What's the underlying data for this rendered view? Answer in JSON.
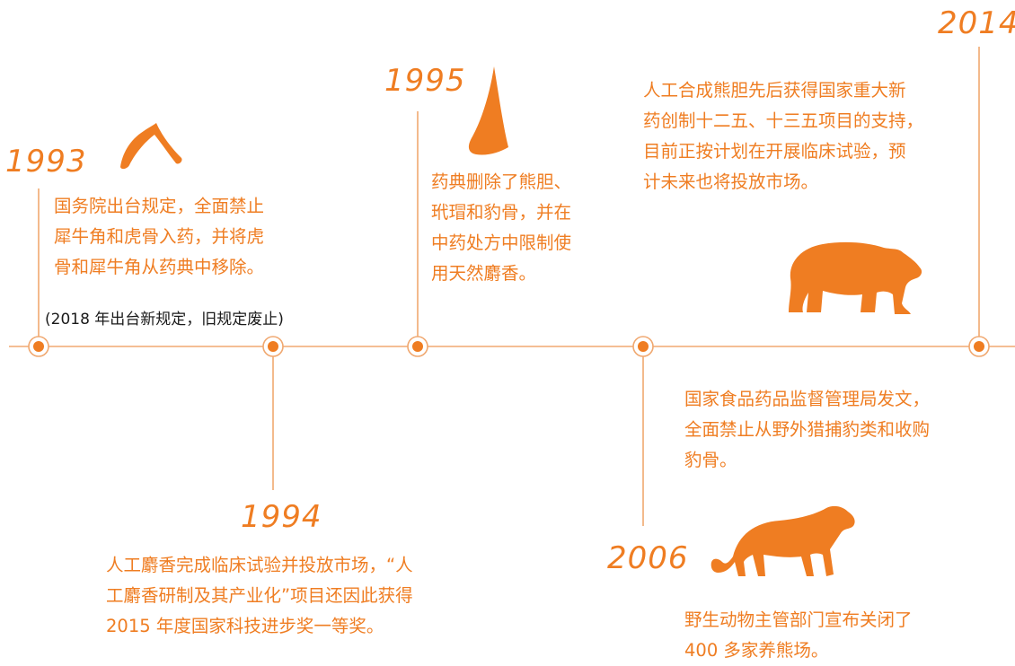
{
  "events": [
    {
      "year": "1993",
      "lines": [
        "国务院出台规定，全面禁止",
        "犀牛角和虎骨入药，并将虎",
        "骨和犀牛角从药典中移除。"
      ],
      "note": "(2018 年出台新规定，旧规定废止)",
      "icon": "rhino-horn-icon"
    },
    {
      "year": "1994",
      "lines": [
        "人工麝香完成临床试验并投放市场，“人",
        "工麝香研制及其产业化”项目还因此获得",
        "2015 年度国家科技进步奖一等奖。"
      ]
    },
    {
      "year": "1995",
      "lines": [
        "药典删除了熊胆、",
        "玳瑁和豹骨，并在",
        "中药处方中限制使",
        "用天然麝香。"
      ],
      "icon": "single-horn-icon"
    },
    {
      "year": "",
      "lines": [
        "国家食品药品监督管理局发文，",
        "全面禁止从野外猎捕豹类和收购",
        "豹骨。"
      ]
    },
    {
      "year": "2006",
      "lines": [
        "野生动物主管部门宣布关闭了",
        "400 多家养熊场。"
      ],
      "icon": "tiger-icon"
    },
    {
      "year": "2014",
      "lines": [
        "人工合成熊胆先后获得国家重大新",
        "药创制十二五、十三五项目的支持，",
        "目前正按计划在开展临床试验，预",
        "计未来也将投放市场。"
      ],
      "icon": "bear-icon"
    }
  ],
  "colors": {
    "accent": "#ef7d22",
    "axis": "#f0a870",
    "note_text": "#1a1a1a"
  }
}
